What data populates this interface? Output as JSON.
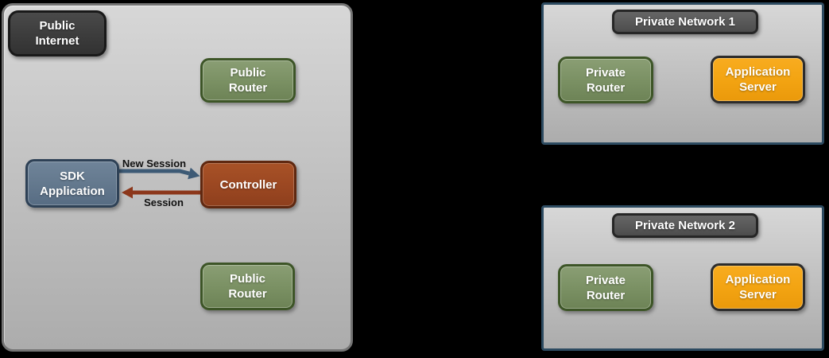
{
  "colors": {
    "background": "#000000",
    "zone_fill_top": "#d7d7d7",
    "zone_fill_bottom": "#acacac",
    "public_zone_border": "#747474",
    "private_zone_border": "#2d4b61",
    "node_green_fill": "#7b9164",
    "node_green_border": "#3d5527",
    "node_slate_fill": "#64798e",
    "node_slate_border": "#2e4156",
    "node_rust_fill": "#9c4822",
    "node_rust_border": "#5f2810",
    "node_orange_fill": "#f3a412",
    "node_orange_border": "#2c2c2c",
    "badge_dark_fill": "#3c3c3c",
    "badge_dark_border": "#191919",
    "badge_gray_fill": "#585858",
    "arrow_blue": "#3d5a75",
    "arrow_red": "#8c371b",
    "label_text": "#ffffff",
    "arrow_label_text": "#111111"
  },
  "public_zone": {
    "label": "Public Internet",
    "public_router_top": "Public Router",
    "sdk_application": "SDK Application",
    "controller": "Controller",
    "public_router_bottom": "Public Router"
  },
  "arrows": {
    "new_session": "New Session",
    "session": "Session"
  },
  "private_network_1": {
    "label": "Private Network 1",
    "private_router": "Private Router",
    "application_server": "Application Server"
  },
  "private_network_2": {
    "label": "Private Network 2",
    "private_router": "Private Router",
    "application_server": "Application Server"
  }
}
